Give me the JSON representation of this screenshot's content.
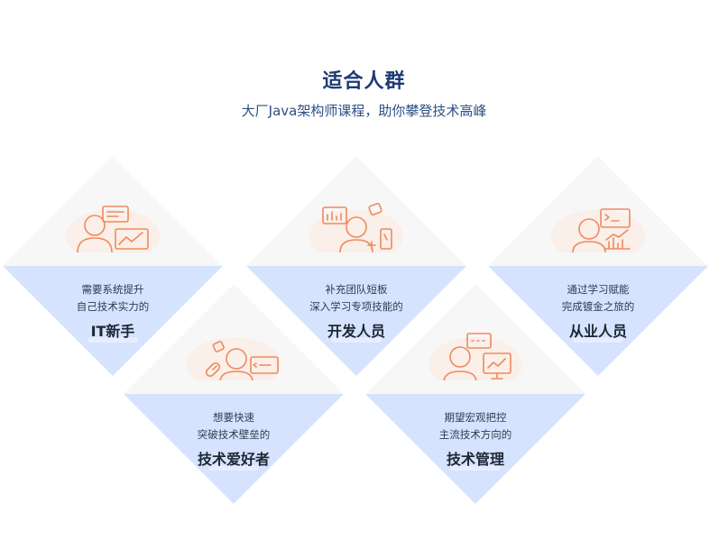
{
  "section": {
    "title": "适合人群",
    "subtitle": "大厂Java架构师课程，助你攀登技术高峰"
  },
  "cards": [
    {
      "line1": "需要系统提升",
      "line2": "自己技术实力的",
      "label": "IT新手",
      "icon": "person-chat-chart-icon"
    },
    {
      "line1": "补充团队短板",
      "line2": "深入学习专项技能的",
      "label": "开发人员",
      "icon": "person-chart-phone-icon"
    },
    {
      "line1": "通过学习赋能",
      "line2": "完成镀金之旅的",
      "label": "从业人员",
      "icon": "person-terminal-chart-icon"
    },
    {
      "line1": "想要快速",
      "line2": "突破技术壁垒的",
      "label": "技术爱好者",
      "icon": "person-code-link-icon"
    },
    {
      "line1": "期望宏观把控",
      "line2": "主流技术方向的",
      "label": "技术管理",
      "icon": "person-chat-monitor-icon"
    }
  ],
  "colors": {
    "title": "#1e3a72",
    "top_half": "#f7f7f7",
    "bottom_half": "#d6e3ff",
    "icon_stroke": "#f08a5d",
    "icon_glow": "#fbe9df"
  }
}
